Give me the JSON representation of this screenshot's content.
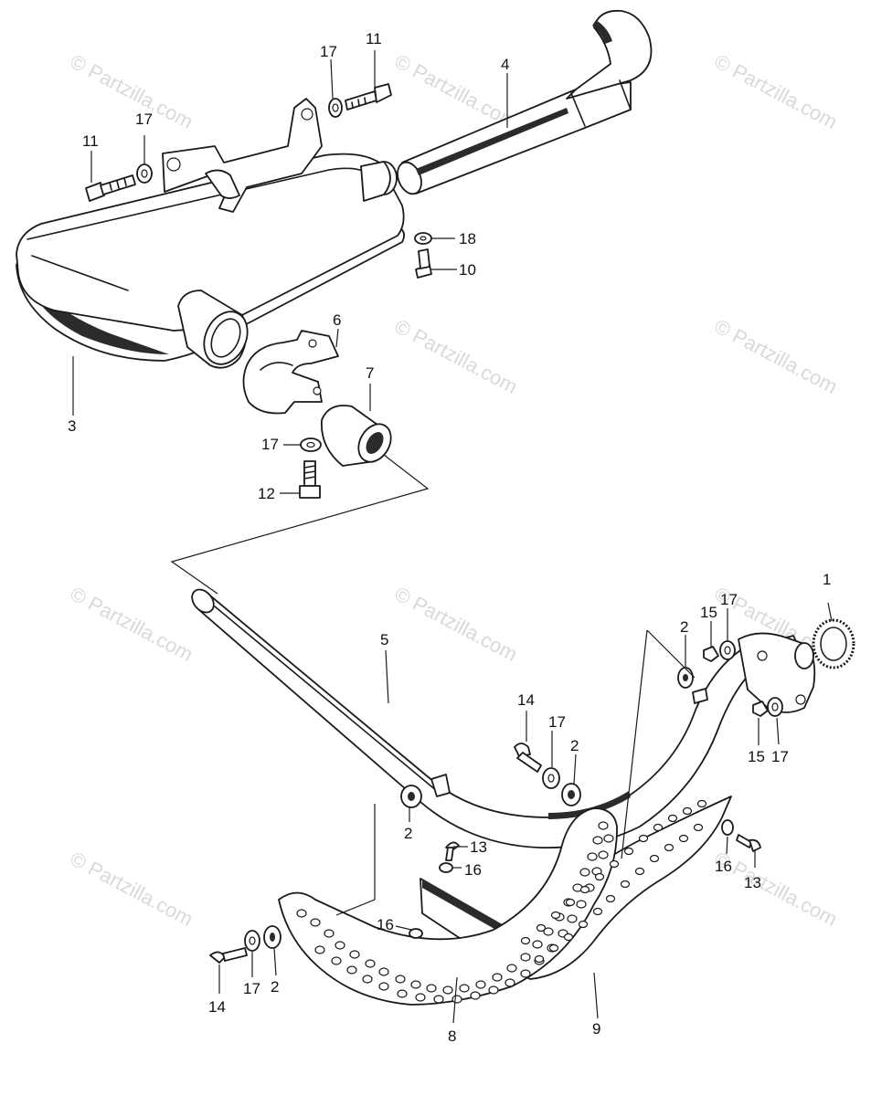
{
  "watermark": "© Partzilla.com",
  "callouts": [
    "1",
    "2",
    "2",
    "2",
    "2",
    "3",
    "4",
    "5",
    "6",
    "7",
    "8",
    "9",
    "10",
    "11",
    "11",
    "12",
    "13",
    "13",
    "14",
    "14",
    "15",
    "15",
    "16",
    "16",
    "16",
    "17",
    "17",
    "17",
    "17",
    "17",
    "17",
    "18"
  ],
  "parts": {
    "flange_gasket": "1",
    "spacer_collar": "2",
    "muffler": "3",
    "tail_pipe": "4",
    "exhaust_pipe": "5",
    "pipe_clamp": "6",
    "joint_collar": "7",
    "outer_heat_shield": "8",
    "inner_heat_shield": "9",
    "bolt_10": "10",
    "bolt_11": "11",
    "bolt_12": "12",
    "screw_13": "13",
    "screw_14": "14",
    "nut_15": "15",
    "washer_16": "16",
    "washer_17": "17",
    "washer_18": "18"
  }
}
